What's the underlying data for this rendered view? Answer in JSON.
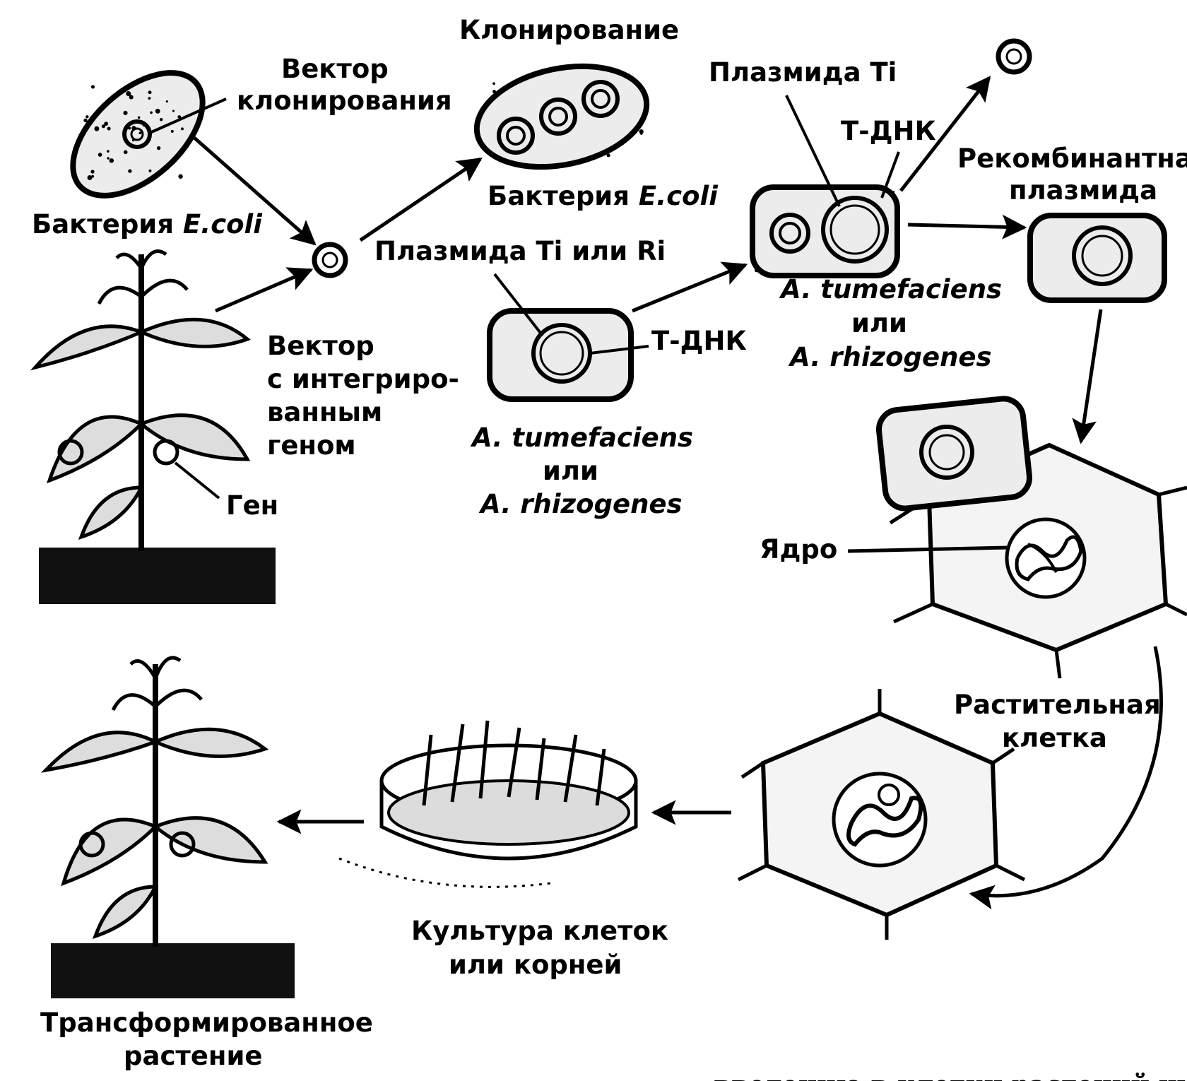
{
  "labels": {
    "cloning": "Клонирование",
    "cloning_vector_1": "Вектор",
    "cloning_vector_2": "клонирования",
    "ecoli_left_prefix": "Бактерия ",
    "ecoli_left_species": "E.coli",
    "ecoli_mid_prefix": "Бактерия ",
    "ecoli_mid_species": "E.coli",
    "plasmid_ti": "Плазмида Ti",
    "tdna_top": "Т-ДНК",
    "recombinant_1": "Рекомбинантная",
    "recombinant_2": "плазмида",
    "plasmid_ti_ri": "Плазмида Ti или Ri",
    "tdna_mid": "Т-ДНК",
    "agro_right_1": "A. tumefaciens",
    "agro_right_2": "или",
    "agro_right_3": "A. rhizogenes",
    "vector_gene_1": "Вектор",
    "vector_gene_2": "с интегриро-",
    "vector_gene_3": "ванным",
    "vector_gene_4": "геном",
    "agro_mid_1": "A. tumefaciens",
    "agro_mid_2": "или",
    "agro_mid_3": "A. rhizogenes",
    "gene": "Ген",
    "nucleus": "Ядро",
    "plant_cell_1": "Растительная",
    "plant_cell_2": "клетка",
    "culture_1": "Культура клеток",
    "culture_2": "или корней",
    "transformed_1": "Трансформированное",
    "transformed_2": "растение",
    "cut_text": "введению в клетки растений чуже"
  }
}
